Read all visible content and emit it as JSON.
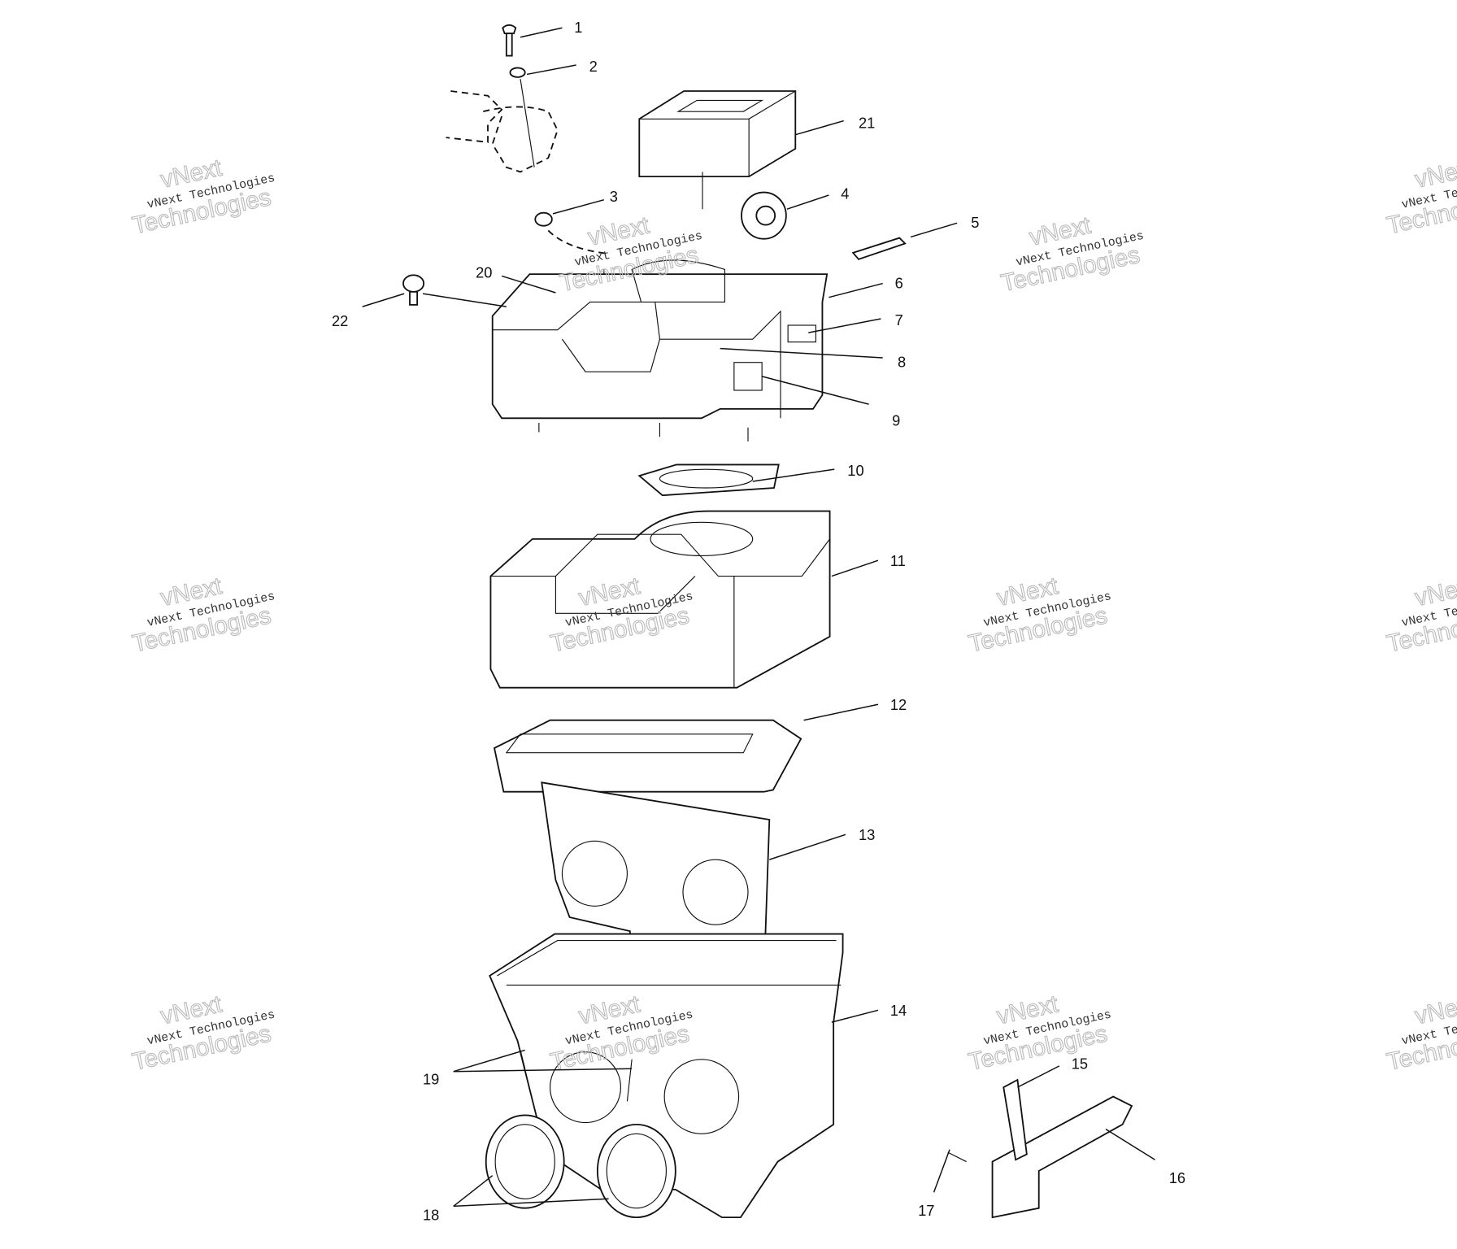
{
  "watermark": {
    "line1": "vNext",
    "line2": "vNext Technologies",
    "line3": "Technologies"
  },
  "callouts": [
    "1",
    "2",
    "3",
    "4",
    "5",
    "6",
    "7",
    "8",
    "9",
    "10",
    "11",
    "12",
    "13",
    "14",
    "15",
    "16",
    "17",
    "18",
    "19",
    "20",
    "21",
    "22"
  ]
}
